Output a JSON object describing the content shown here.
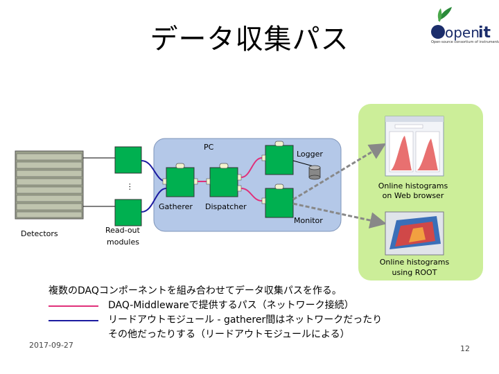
{
  "title": "データ収集パス",
  "logo": {
    "text": "open",
    "accent": "it",
    "tagline": "Open-source consortium of instrumentation"
  },
  "labels": {
    "pc": "PC",
    "logger": "Logger",
    "gatherer": "Gatherer",
    "dispatcher": "Dispatcher",
    "monitor": "Monitor",
    "detectors": "Detectors",
    "readout_line1": "Read-out",
    "readout_line2": "modules",
    "dots": "…",
    "web_line1": "Online histograms",
    "web_line2": "on Web browser",
    "root_line1": "Online histograms",
    "root_line2": "using ROOT"
  },
  "legend": {
    "intro": "複数のDAQコンポーネントを組み合わせてデータ収集パスを作る。",
    "pink": "DAQ-Middlewareで提供するパス（ネットワーク接続）",
    "blue": "リードアウトモジュール - gatherer間はネットワークだったり",
    "blue_cont": "その他だったりする（リードアウトモジュールによる）"
  },
  "footer": {
    "date": "2017-09-27",
    "page": "12"
  },
  "colors": {
    "pc_box": "#b4c8e8",
    "component": "#00b050",
    "pink_line": "#e0307a",
    "blue_line": "#1a1aa0",
    "green_panel": "#ccee99",
    "arrow": "#888888"
  }
}
